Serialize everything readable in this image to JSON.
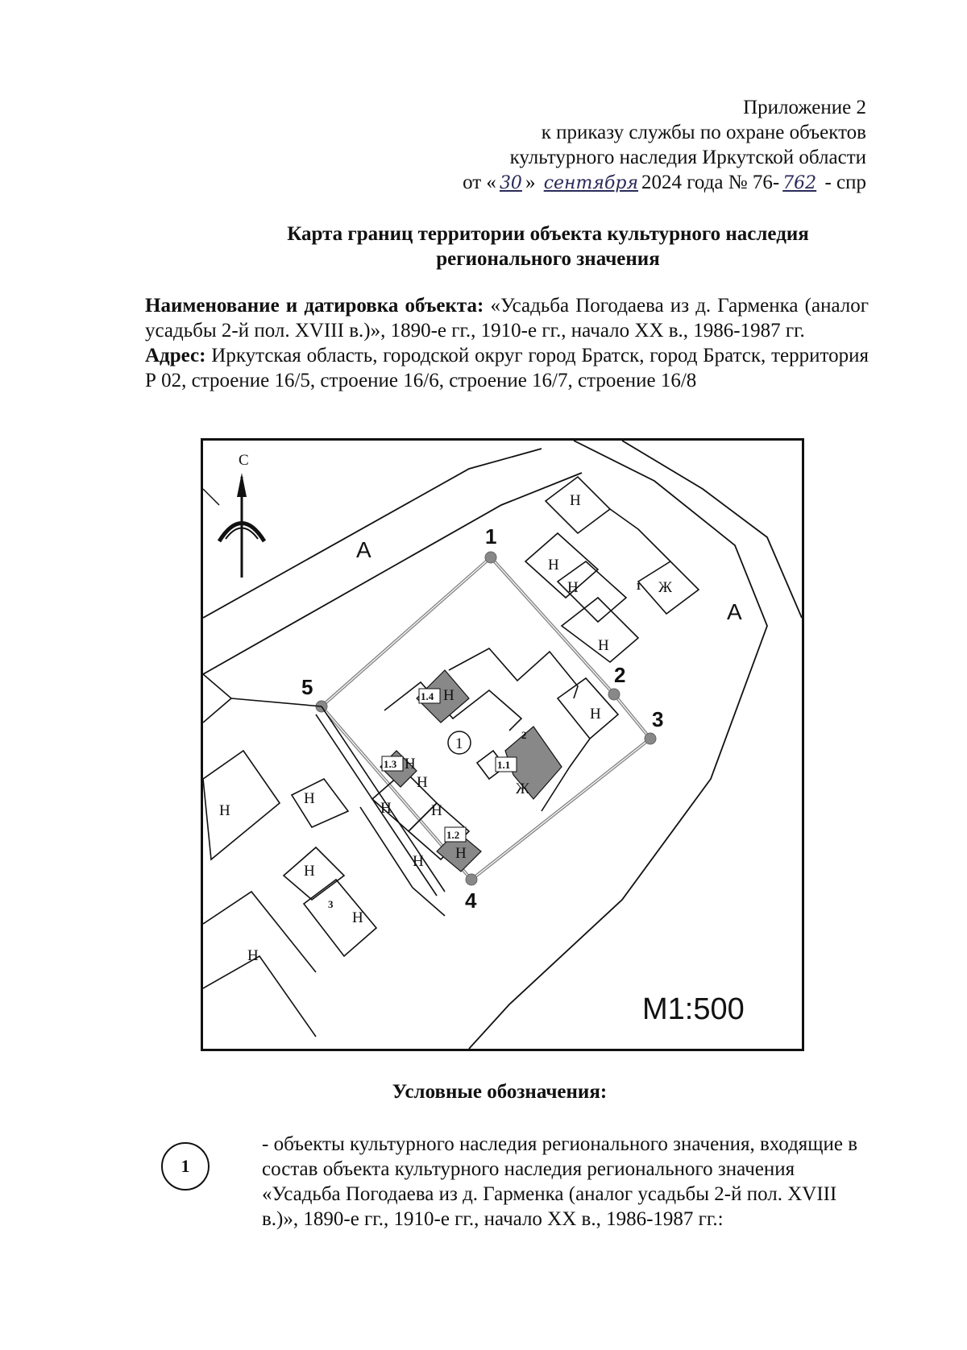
{
  "header": {
    "line1": "Приложение 2",
    "line2": "к приказу службы по охране объектов",
    "line3": "культурного наследия Иркутской области",
    "line4_prefix": "от «",
    "line4_day": "30",
    "line4_mid": "»",
    "line4_month": "сентября",
    "line4_year": "2024 года № 76-",
    "line4_number": "762",
    "line4_suffix": " - спр"
  },
  "title": {
    "line1": "Карта границ территории объекта культурного наследия",
    "line2": "регионального значения"
  },
  "description": {
    "name_label": "Наименование и датировка объекта:",
    "name_value": " «Усадьба Погодаева из д. Гарменка (аналог усадьбы 2-й пол. XVIII в.)», 1890-е гг., 1910-е гг., начало XX в., 1986-1987 гг.",
    "address_label": "Адрес:",
    "address_value": " Иркутская область, городской округ город Братск, город Братск, территория Р 02, строение 16/5, строение 16/6, строение 16/7, строение 16/8"
  },
  "map": {
    "north_label": "С",
    "road_label": "А",
    "scale": "М1:500",
    "points": [
      "1",
      "2",
      "3",
      "4",
      "5"
    ],
    "object_number": "1",
    "object_parts": [
      "1.1",
      "1.2",
      "1.3",
      "1.4"
    ],
    "building_nonresidential": "Н",
    "building_residential": "Ж",
    "parcel_numbers": [
      "1",
      "2",
      "3"
    ]
  },
  "legend": {
    "title": "Условные обозначения:",
    "symbol": "1",
    "text": "- объекты культурного наследия регионального значения, входящие в состав объекта культурного наследия регионального значения «Усадьба Погодаева из д. Гарменка (аналог усадьбы 2-й пол. XVIII в.)», 1890-е гг., 1910-е гг., начало XX в., 1986-1987 гг.:"
  }
}
